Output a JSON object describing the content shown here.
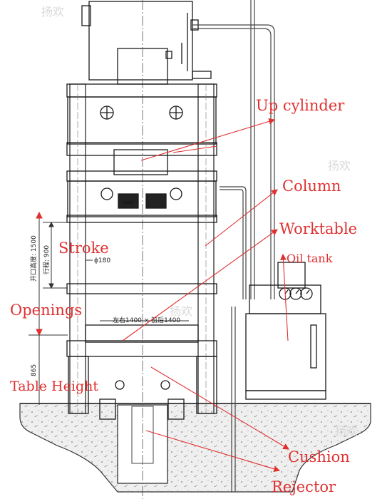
{
  "labels": {
    "up_cylinder": "Up cylinder",
    "column": "Column",
    "worktable": "Worktable",
    "oil_tank": "Oil tank",
    "stroke": "Stroke",
    "openings": "Openings",
    "table_height": "Table Height",
    "cushion": "Cushion",
    "rejector": "Rejector"
  },
  "dimensions": {
    "opening_height": "开口高度: 1500",
    "stroke_length": "行程: 900",
    "ram_diameter": "ϕ180",
    "table_size": "左右1400 × 前后1400",
    "table_height": "865"
  },
  "watermark": "扬欢",
  "colors": {
    "label": "#e03030",
    "line": "#1a1a1a",
    "ground": "#eeeeee"
  }
}
